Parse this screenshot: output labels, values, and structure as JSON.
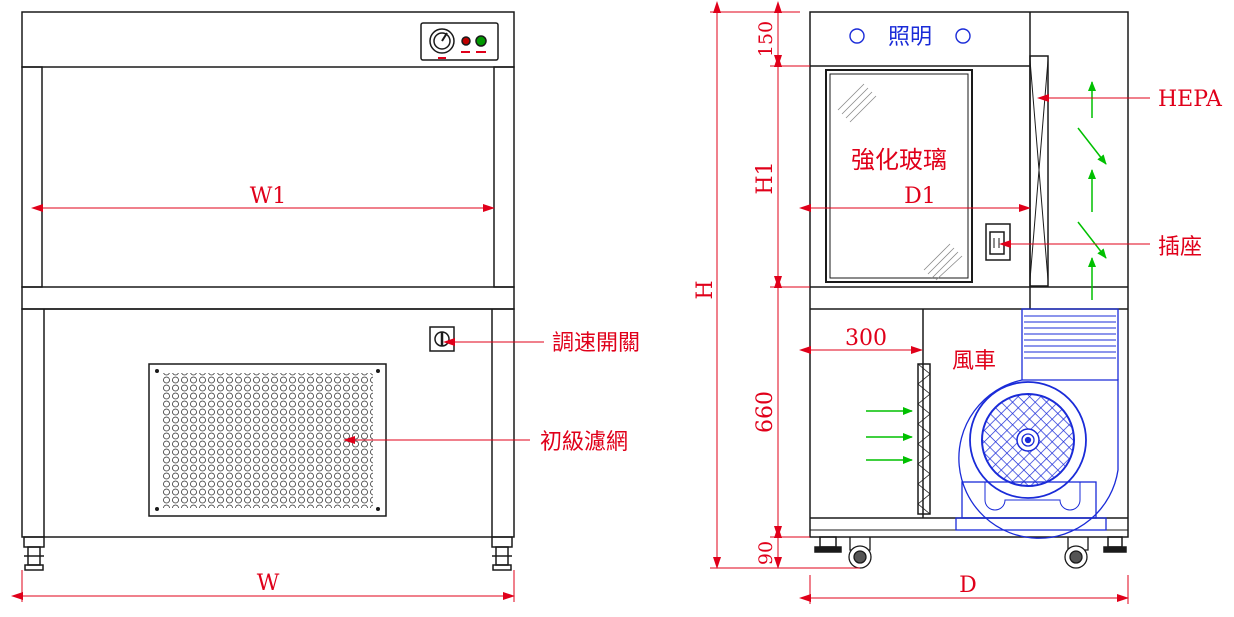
{
  "title": "Horizontal laminar flow cabinet dimension drawing",
  "front_view": {
    "dim_width_overall": "W",
    "dim_width_inner": "W1",
    "speed_switch_label": "調速開關",
    "prefilter_label": "初級濾網"
  },
  "side_view": {
    "lighting_label": "照明",
    "glass_label": "強化玻璃",
    "hepa_label": "HEPA",
    "socket_label": "插座",
    "fan_label": "風車",
    "dim_height_overall": "H",
    "dim_top": "150",
    "dim_h1": "H1",
    "dim_lower": "660",
    "dim_base": "90",
    "dim_depth_inner": "D1",
    "dim_depth_overall": "D",
    "dim_intake": "300"
  },
  "colors": {
    "outline": "#1a1a1a",
    "dimension": "#e0001a",
    "fan": "#1a2bd8",
    "airflow": "#00c000"
  }
}
